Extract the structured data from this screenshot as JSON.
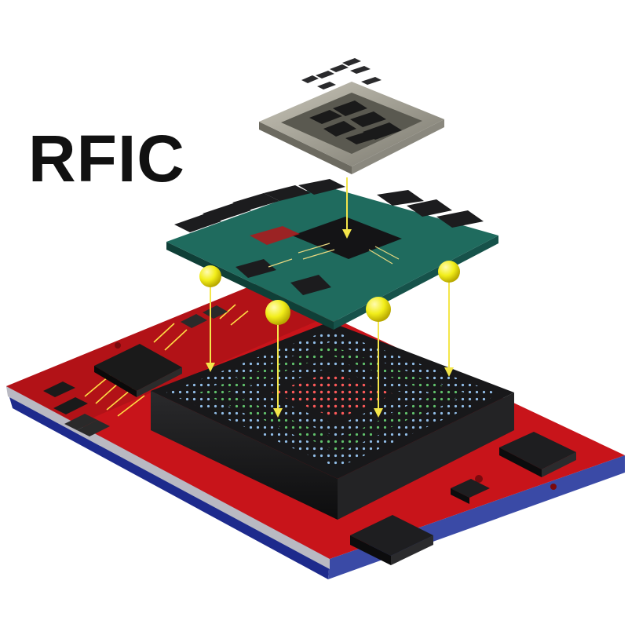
{
  "title": "RFIC",
  "colors": {
    "pcb_red": "#c8141a",
    "pcb_dark_red": "#8e0c10",
    "pcb_edge_blue": "#1d2a8c",
    "substrate_green": "#1f6b5e",
    "package_black": "#1c1c1e",
    "solder_ball_yellow": "#f2ee1a",
    "arrow_yellow": "#f4e64a",
    "die_silver": "#9c9a8e"
  },
  "icons": {
    "arrow": "down-arrow",
    "solder_ball": "sphere"
  }
}
